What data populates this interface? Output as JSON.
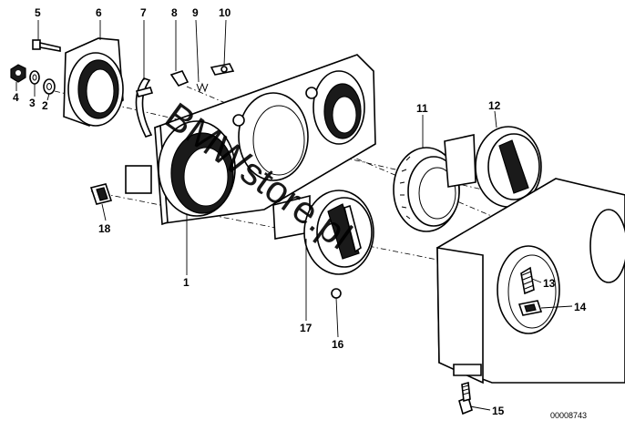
{
  "diagram": {
    "part_labels": [
      "1",
      "2",
      "3",
      "4",
      "5",
      "6",
      "7",
      "8",
      "9",
      "10",
      "11",
      "12",
      "13",
      "14",
      "15",
      "16",
      "17",
      "18"
    ],
    "reference_code": "00008743",
    "watermark": "BMWstore.pl"
  }
}
